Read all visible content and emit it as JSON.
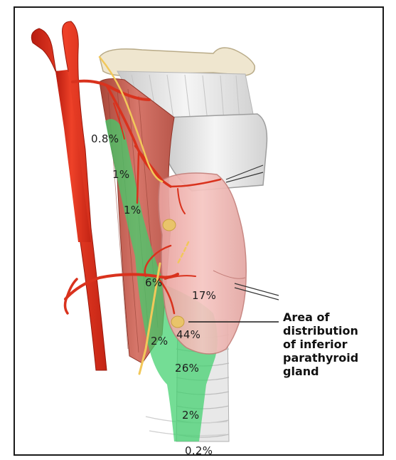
{
  "figure": {
    "percentages": {
      "p1": "0.8%",
      "p2": "1%",
      "p3": "1%",
      "p4": "6%",
      "p5": "17%",
      "p6": "2%",
      "p7": "44%",
      "p8": "26%",
      "p9": "2%",
      "p10": "0.2%"
    },
    "callout": {
      "line1": "Area of",
      "line2": "distribution",
      "line3": "of inferior",
      "line4": "parathyroid",
      "line5": "gland"
    },
    "colors": {
      "artery": "#e0301e",
      "muscle": "#c8604f",
      "thyroid": "#f0b7b3",
      "cartilage": "#e6e6e6",
      "green_zone": "#4fd47a",
      "nerve": "#f2c85a",
      "gland": "#e9c46a"
    }
  }
}
